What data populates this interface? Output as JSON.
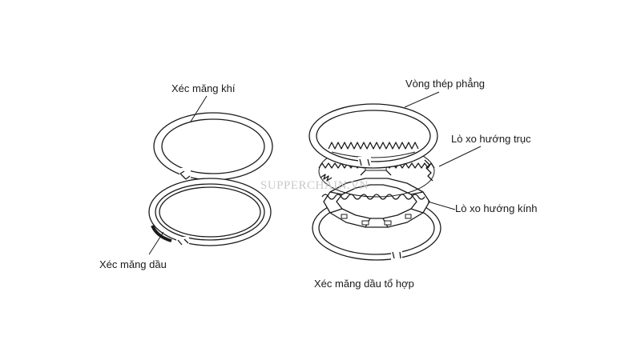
{
  "labels": {
    "gas_ring": "Xéc măng khí",
    "oil_ring": "Xéc măng dầu",
    "flat_steel_ring": "Vòng thép phẳng",
    "axial_spring": "Lò xo hướng trục",
    "radial_spring": "Lò xo hướng kính",
    "combined_oil_ring": "Xéc măng dầu tổ hợp"
  },
  "watermark": "SUPPERCHAIN.VN",
  "colors": {
    "stroke": "#1a1a1a",
    "fill": "#ffffff",
    "text": "#1a1a1a",
    "watermark": "#c9c9c9"
  }
}
